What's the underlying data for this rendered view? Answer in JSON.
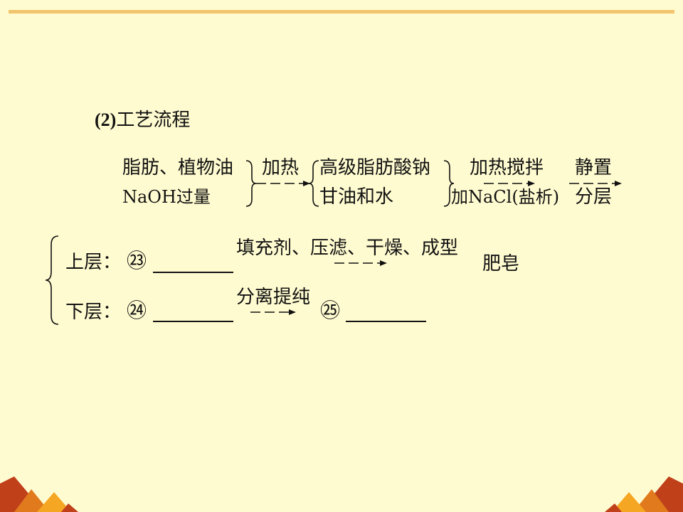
{
  "section_title": {
    "number": "(2)",
    "text": "工艺流程"
  },
  "flow": {
    "reactant_1": "脂肪、植物油",
    "reactant_2": "NaOH过量",
    "step_1": "加热",
    "product_1": "高级脂肪酸钠",
    "product_2": "甘油和水",
    "step_2_top": "加热搅拌",
    "step_2_bottom": "加NaCl(盐析)",
    "step_3_top": "静置",
    "step_3_bottom": "分层"
  },
  "upper_layer": {
    "label": "上层：",
    "marker": "㉓",
    "process": "填充剂、压滤、干燥、成型",
    "product": "肥皂"
  },
  "lower_layer": {
    "label": "下层：",
    "marker": "㉔",
    "process": "分离提纯",
    "result_marker": "㉕"
  },
  "colors": {
    "background": "#FFFBD0",
    "top_line": "#F2C46E",
    "corner_dark": "#C0401A",
    "corner_mid": "#E07A1C",
    "corner_light": "#F5A623"
  }
}
